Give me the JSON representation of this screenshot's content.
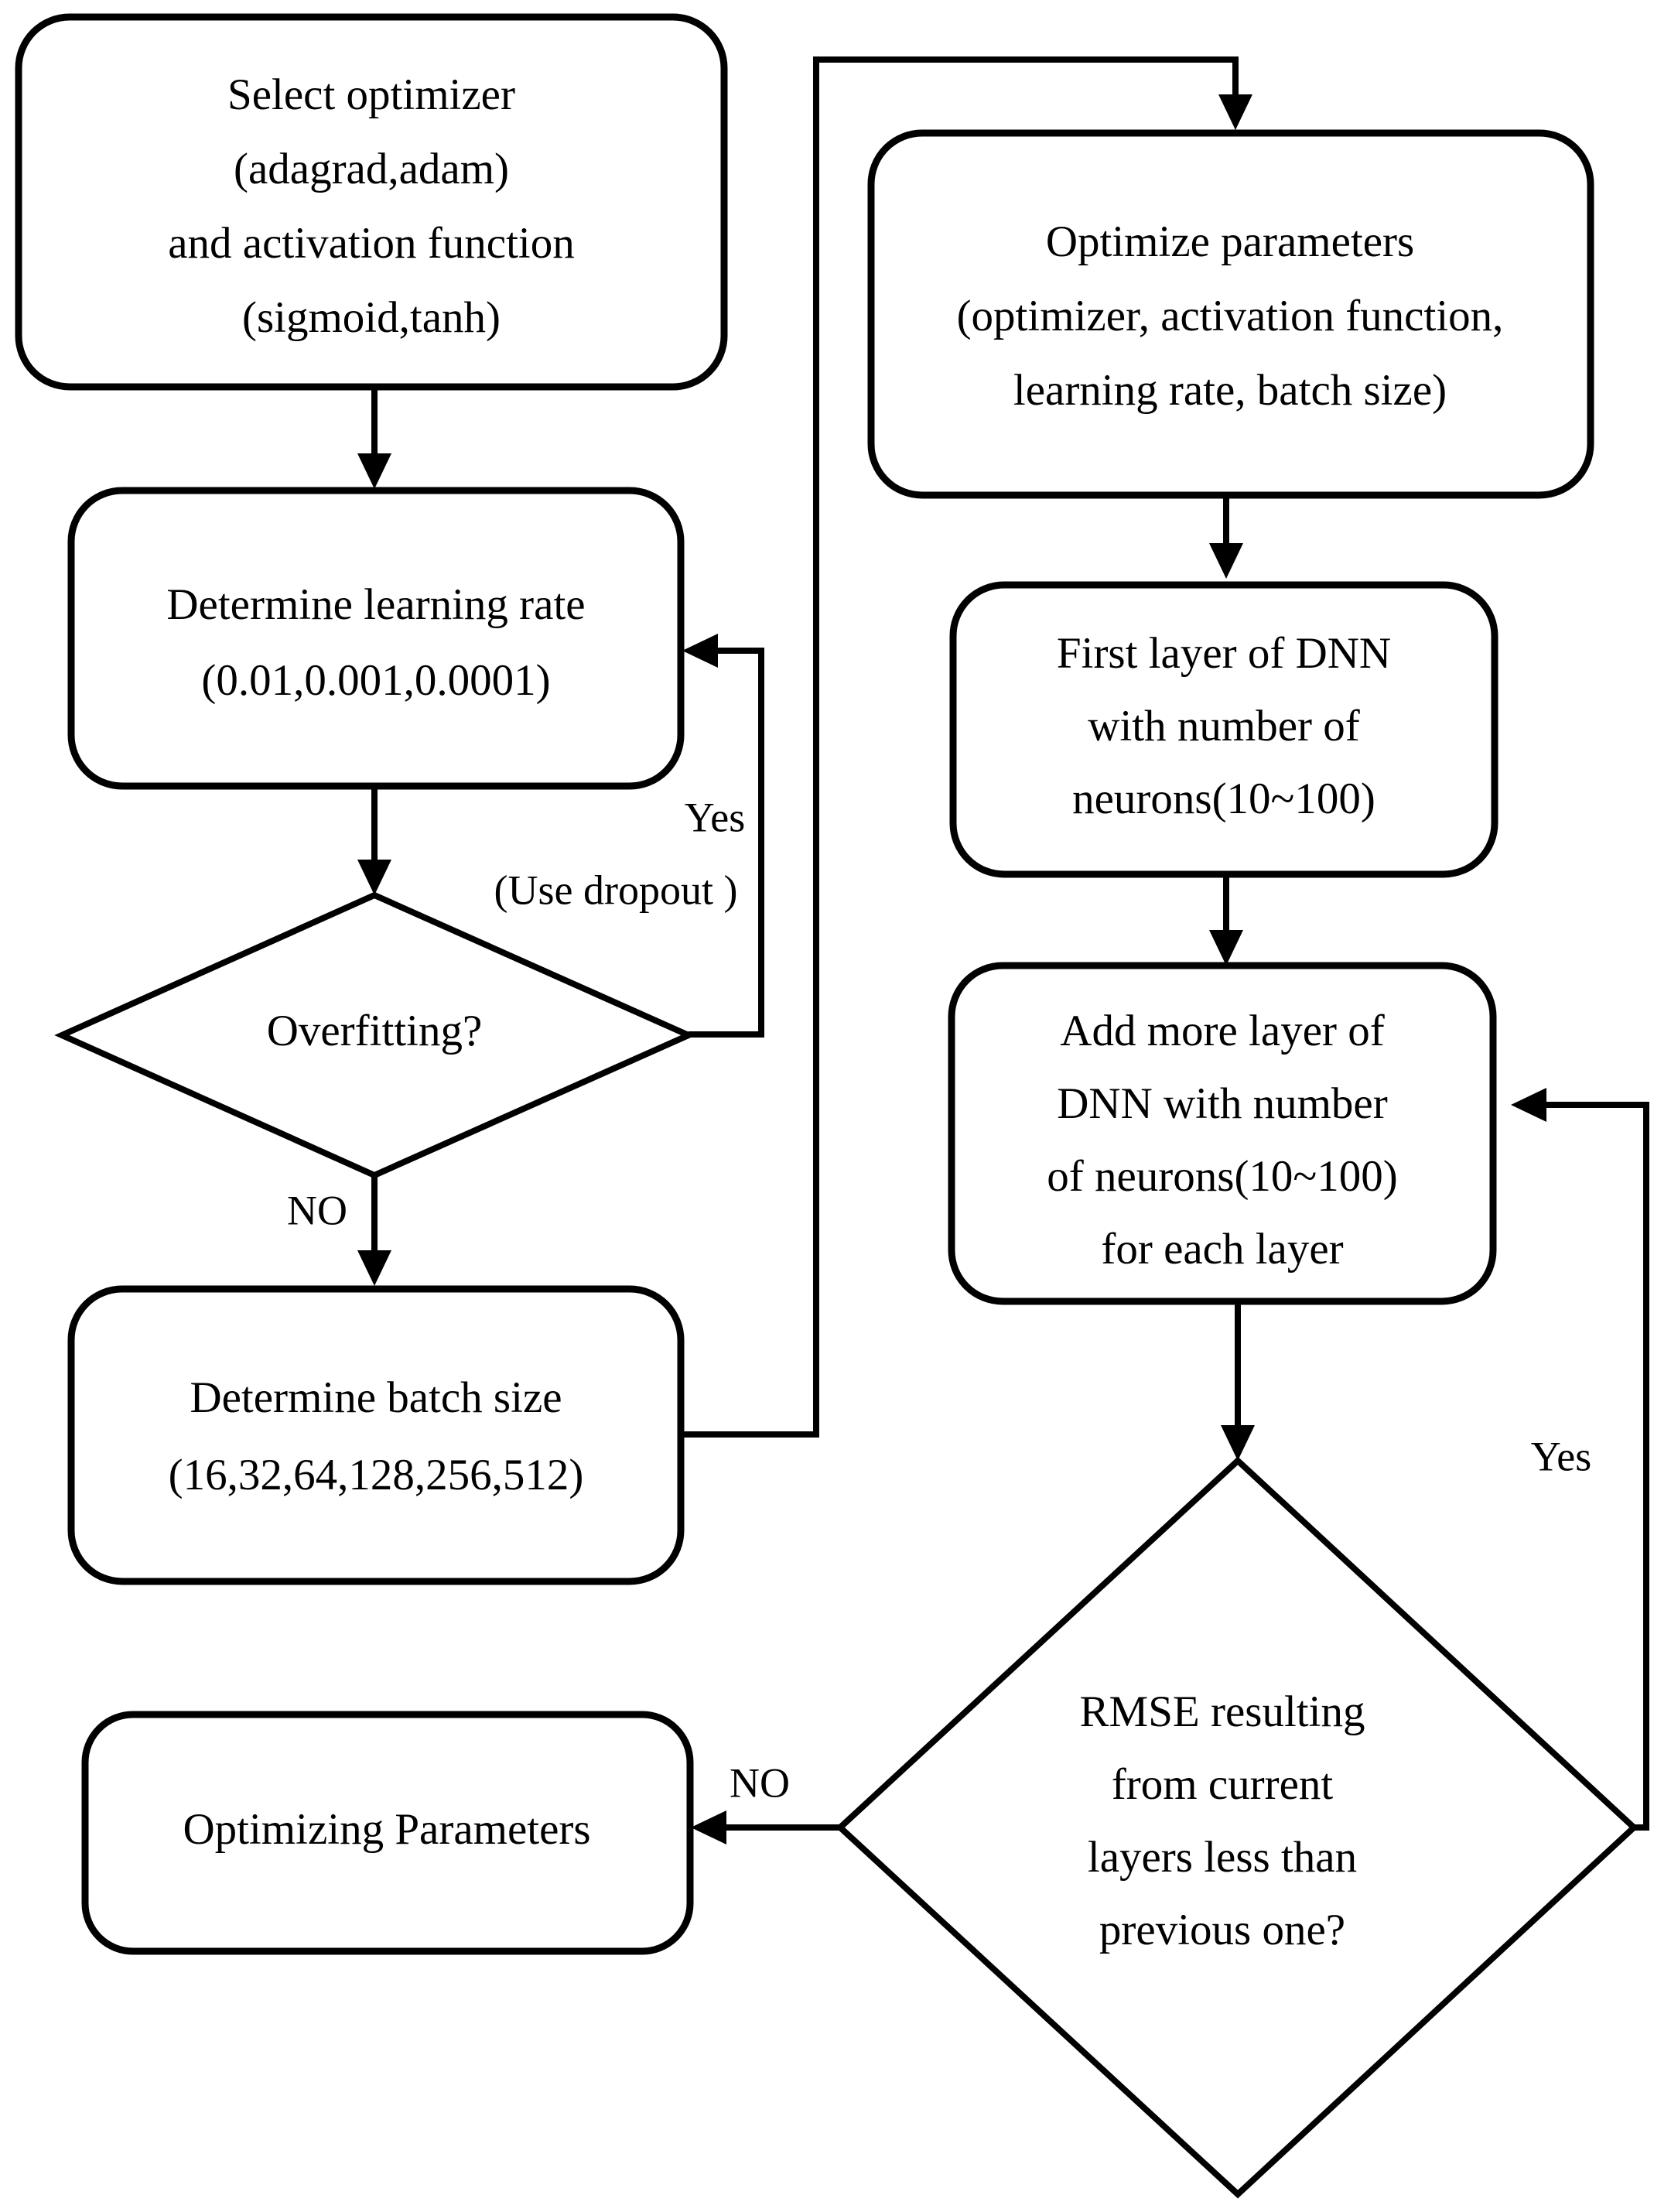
{
  "diagram": {
    "title": "DNN hyperparameter optimization flowchart",
    "colors": {
      "stroke": "#000000",
      "fill": "#ffffff",
      "text": "#000000"
    },
    "nodes": {
      "select_optimizer": {
        "shape": "rounded-rect",
        "lines": [
          "Select optimizer",
          "(adagrad,adam)",
          "and activation function",
          "(sigmoid,tanh)"
        ]
      },
      "determine_learning_rate": {
        "shape": "rounded-rect",
        "lines": [
          "Determine learning rate",
          "(0.01,0.001,0.0001)"
        ]
      },
      "overfitting": {
        "shape": "diamond",
        "lines": [
          "Overfitting?"
        ]
      },
      "determine_batch_size": {
        "shape": "rounded-rect",
        "lines": [
          "Determine batch size",
          "(16,32,64,128,256,512)"
        ]
      },
      "optimizing_parameters": {
        "shape": "rounded-rect",
        "lines": [
          "Optimizing Parameters"
        ]
      },
      "optimize_parameters": {
        "shape": "rounded-rect",
        "lines": [
          "Optimize parameters",
          "(optimizer, activation function,",
          "learning rate, batch size)"
        ]
      },
      "first_layer_dnn": {
        "shape": "rounded-rect",
        "lines": [
          "First layer of DNN",
          "with number of",
          "neurons(10~100)"
        ]
      },
      "add_more_layer_dnn": {
        "shape": "rounded-rect",
        "lines": [
          "Add more layer of",
          "DNN with number",
          "of neurons(10~100)",
          "for each layer"
        ]
      },
      "rmse_decision": {
        "shape": "diamond",
        "lines": [
          "RMSE resulting",
          "from current",
          "layers less than",
          "previous one?"
        ]
      }
    },
    "edge_labels": {
      "overfitting_yes": "Yes",
      "overfitting_yes_note": "(Use dropout )",
      "overfitting_no": "NO",
      "rmse_yes": "Yes",
      "rmse_no": "NO"
    }
  }
}
